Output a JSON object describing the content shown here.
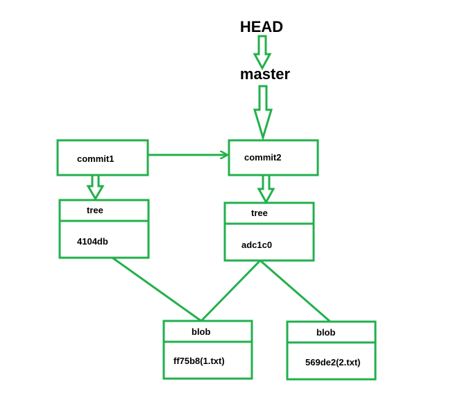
{
  "colors": {
    "stroke": "#22b04c",
    "text": "#000000",
    "background": "#ffffff"
  },
  "refs": {
    "head": "HEAD",
    "master": "master"
  },
  "commits": [
    {
      "label": "commit1"
    },
    {
      "label": "commit2"
    }
  ],
  "trees": [
    {
      "title": "tree",
      "hash": "4104db"
    },
    {
      "title": "tree",
      "hash": "adc1c0"
    }
  ],
  "blobs": [
    {
      "title": "blob",
      "content": "ff75b8(1.txt)"
    },
    {
      "title": "blob",
      "content": "569de2(2.txt)"
    }
  ]
}
